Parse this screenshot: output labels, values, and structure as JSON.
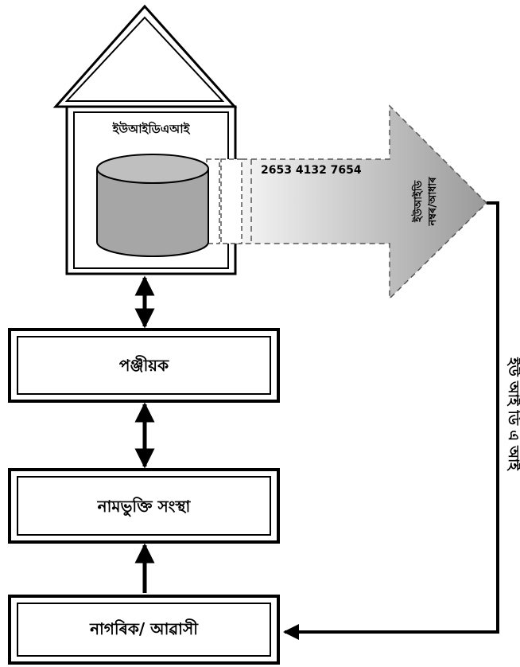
{
  "diagram": {
    "building_label": "ইউআইডিএআই",
    "aadhaar_number": "2653 4132 7654",
    "arrow_label_line1": "ইউআইডি",
    "arrow_label_line2": "নম্বৰ/আধাৰ",
    "box_registrar": "পঞ্জীয়ক",
    "box_enrolment": "নামভুক্তি সংস্থা",
    "box_citizen": "নাগৰিক/ আৱাসী",
    "side_label": "ইউ আই ডি এ আই"
  },
  "colors": {
    "line": "#000000",
    "cylinder_fill": "#a6a6a6",
    "cylinder_top": "#bfbfbf",
    "arrow_grad_start": "#ffffff",
    "arrow_grad_end": "#9a9a9a",
    "arrow_dash": "#555555"
  }
}
